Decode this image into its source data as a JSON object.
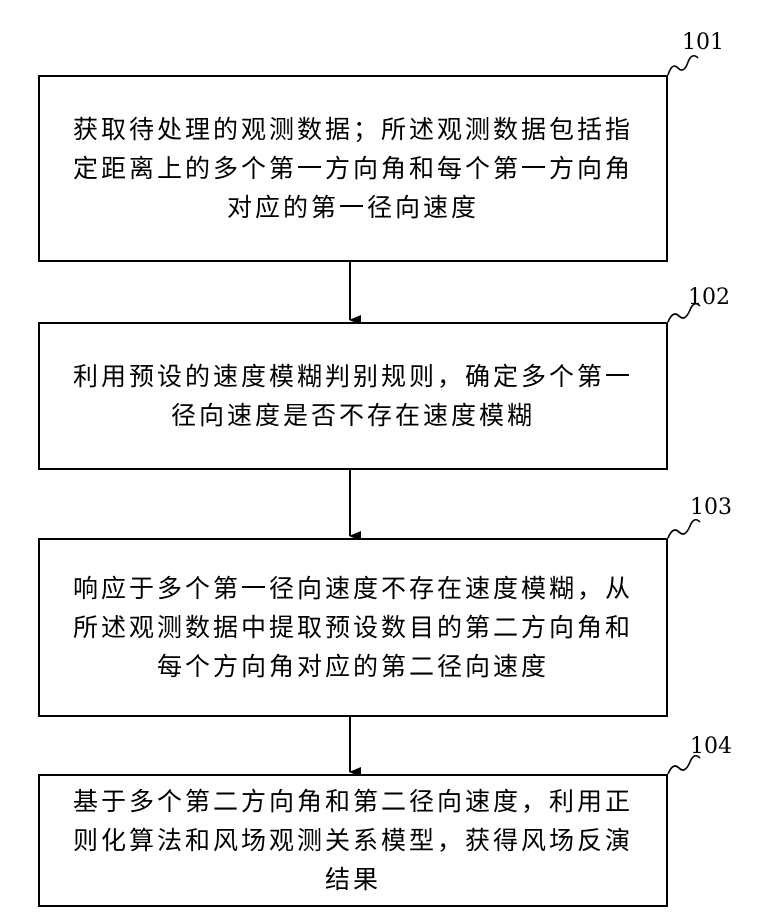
{
  "steps": [
    {
      "ref": "101",
      "lines": [
        "获取待处理的观测数据；所述观测数据包括指",
        "定距离上的多个第一方向角和每个第一方向角",
        "对应的第一径向速度"
      ]
    },
    {
      "ref": "102",
      "lines": [
        "利用预设的速度模糊判别规则，确定多个第一",
        "径向速度是否不存在速度模糊"
      ]
    },
    {
      "ref": "103",
      "lines": [
        "响应于多个第一径向速度不存在速度模糊，从",
        "所述观测数据中提取预设数目的第二方向角和",
        "每个方向角对应的第二径向速度"
      ]
    },
    {
      "ref": "104",
      "lines": [
        "基于多个第二方向角和第二径向速度，利用正",
        "则化算法和风场观测关系模型，获得风场反演",
        "结果"
      ]
    }
  ]
}
